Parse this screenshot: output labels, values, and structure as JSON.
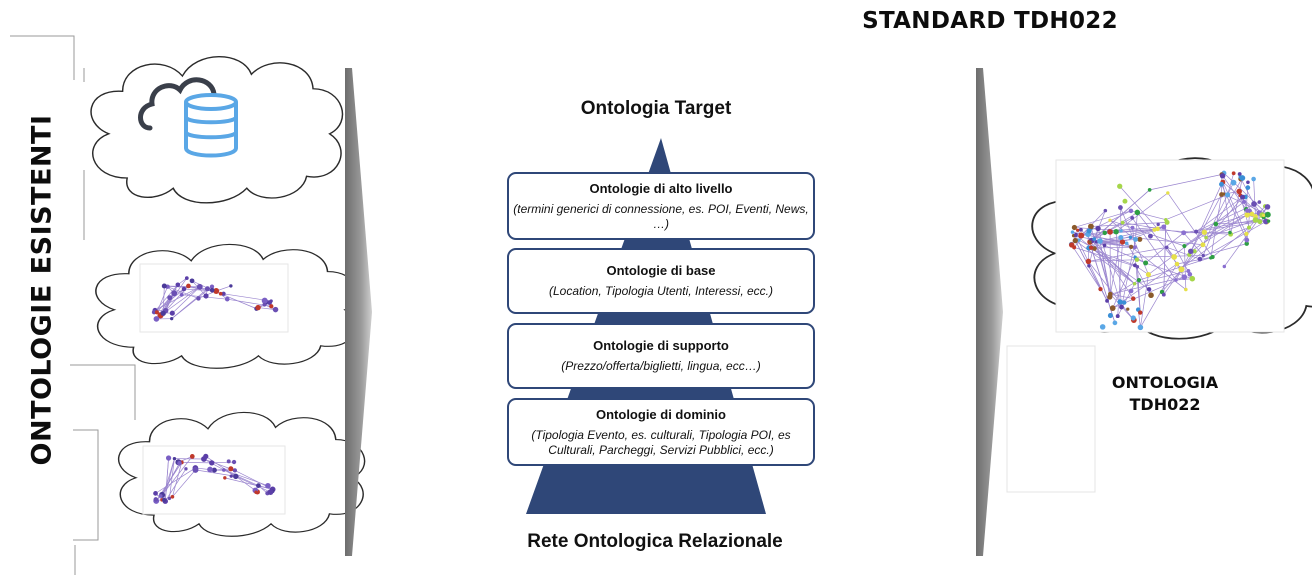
{
  "header": {
    "title": "STANDARD TDH022"
  },
  "left": {
    "vertical_label": "ONTOLOGIE ESISTENTI"
  },
  "pyramid": {
    "top_label": "Ontologia Target",
    "bottom_label": "Rete Ontologica Relazionale",
    "layers": [
      {
        "title": "Ontologie di alto livello",
        "desc": "(termini generici di connessione, es. POI, Eventi, News, …)"
      },
      {
        "title": "Ontologie di base",
        "desc": "(Location, Tipologia Utenti, Interessi, ecc.)"
      },
      {
        "title": "Ontologie di supporto",
        "desc": "(Prezzo/offerta/biglietti, lingua, ecc…)"
      },
      {
        "title": "Ontologie di dominio",
        "desc": "(Tipologia Evento, es. culturali, Tipologia POI, es Culturali, Parcheggi, Servizi Pubblici, ecc.)"
      }
    ]
  },
  "right": {
    "label_line1": "ONTOLOGIA",
    "label_line2": "TDH022"
  },
  "colors": {
    "pyramid_fill": "#2f4778",
    "layer_border": "#2f4778",
    "cloud_stroke": "#2b2b2b",
    "database_icon": "#5aa7e6",
    "network_node": "#6a4fb3"
  }
}
